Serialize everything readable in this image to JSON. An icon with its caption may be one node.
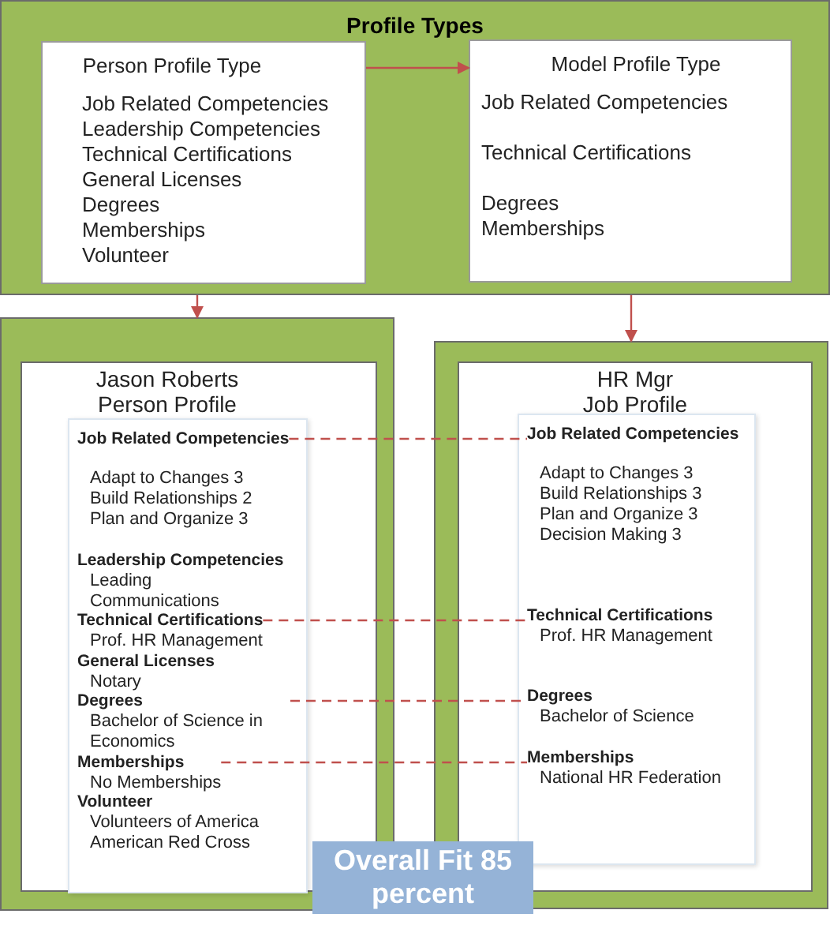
{
  "diagram": {
    "nodes": [
      {
        "text": [
          "Profile Types"
        ]
      },
      {
        "text": [
          "Person Profile Type",
          "Job Related Competencies",
          "Leadership Competencies",
          "Technical Certifications",
          "General Licenses",
          "Degrees",
          "Memberships",
          "Volunteer"
        ],
        "in": 0
      },
      {
        "text": [
          "Model Profile Type",
          "Job Related Competencies",
          "Technical Certifications",
          "Degrees",
          "Memberships"
        ],
        "in": 0
      },
      {
        "text": [],
        "shape": "box"
      },
      {
        "text": [
          "Jason Roberts Person Profile"
        ],
        "in": 3
      },
      {
        "text": [],
        "shape": "box",
        "in": 4
      },
      {
        "text": [
          "Job Related Competencies",
          "Adapt to Changes 3",
          "Build Relationships 2",
          "Plan and Organize 3"
        ],
        "in": 5
      },
      {
        "text": [
          "Leadership Competencies",
          "Leading",
          "Communications"
        ],
        "in": 5
      },
      {
        "text": [
          "Technical Certifications",
          "Prof. HR Management"
        ],
        "in": 5
      },
      {
        "text": [
          "General Licenses",
          "Notary"
        ],
        "in": 5
      },
      {
        "text": [
          "Degrees",
          "Bachelor of Science in Economics"
        ],
        "in": 5
      },
      {
        "text": [
          "Memberships",
          "No Memberships"
        ],
        "in": 5
      },
      {
        "text": [
          "Volunteer",
          "Volunteers of America",
          "American Red Cross"
        ],
        "in": 5
      },
      {
        "text": [],
        "shape": "box"
      },
      {
        "text": [
          "HR Mgr Job Profile"
        ],
        "in": 13
      },
      {
        "text": [],
        "shape": "box",
        "in": 14
      },
      {
        "text": [
          "Job Related Competencies",
          "Adapt to Changes 3",
          "Build Relationships 3",
          "Plan and Organize 3",
          "Decision Making 3"
        ],
        "in": 15
      },
      {
        "text": [
          "Technical Certifications",
          "Prof. HR Management"
        ],
        "in": 15
      },
      {
        "text": [
          "Degrees",
          "Bachelor of Science"
        ],
        "in": 15
      },
      {
        "text": [
          "Memberships",
          "National HR Federation"
        ],
        "in": 15
      },
      {
        "text": [
          "Overall Fit 85 percent"
        ]
      }
    ],
    "edges": [
      {
        "from": 1,
        "to": 2,
        "arrow": "to"
      },
      {
        "from": 0,
        "to": 3,
        "arrow": "to"
      },
      {
        "from": 0,
        "to": 13,
        "arrow": "to"
      },
      {
        "from": 6,
        "to": 16,
        "arrow": "none",
        "style": "dashed"
      },
      {
        "from": 8,
        "to": 17,
        "arrow": "none",
        "style": "dashed"
      },
      {
        "from": 10,
        "to": 18,
        "arrow": "none",
        "style": "dashed"
      },
      {
        "from": 11,
        "to": 19,
        "arrow": "none",
        "style": "dashed"
      }
    ]
  }
}
